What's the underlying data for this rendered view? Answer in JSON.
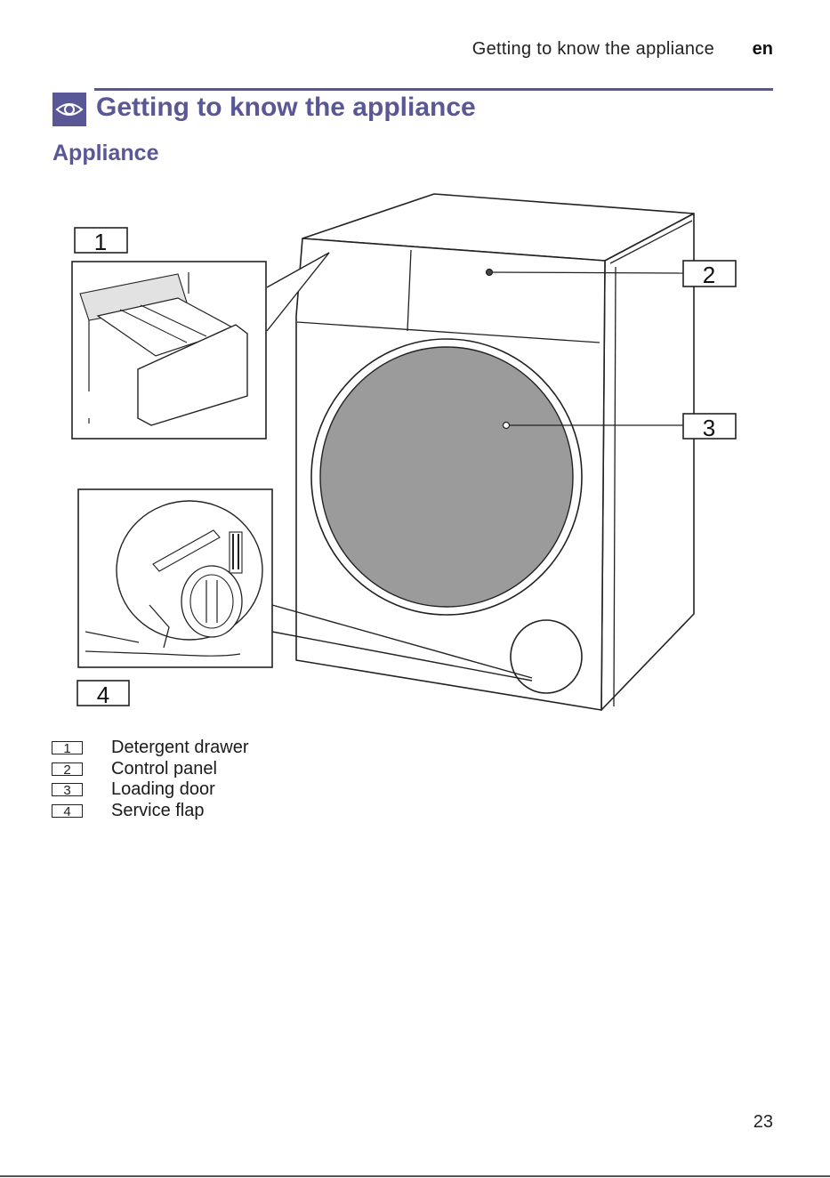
{
  "header": {
    "running_title": "Getting to know the appliance",
    "language": "en"
  },
  "section": {
    "icon": "eye-icon",
    "title": "Getting to know the appliance",
    "subtitle": "Appliance"
  },
  "figure": {
    "callouts": [
      {
        "number": "1"
      },
      {
        "number": "2"
      },
      {
        "number": "3"
      },
      {
        "number": "4"
      }
    ]
  },
  "legend": [
    {
      "number": "1",
      "label": "Detergent drawer"
    },
    {
      "number": "2",
      "label": "Control panel"
    },
    {
      "number": "3",
      "label": "Loading door"
    },
    {
      "number": "4",
      "label": "Service flap"
    }
  ],
  "footer": {
    "page_number": "23"
  },
  "colors": {
    "accent": "#5a5796",
    "door_glass": "#9b9b9b"
  }
}
